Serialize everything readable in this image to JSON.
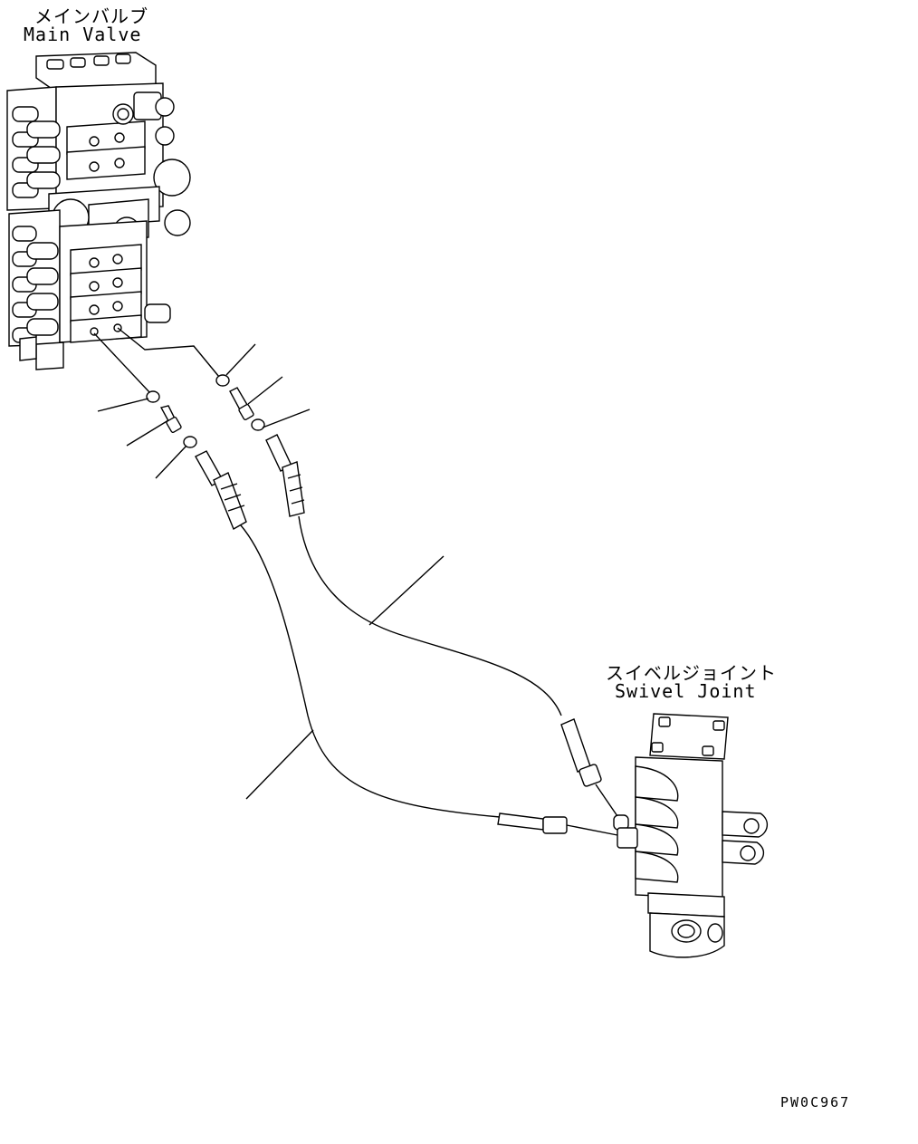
{
  "labels": {
    "main_valve_jp": "メインバルブ",
    "main_valve_en": "Main Valve",
    "swivel_joint_jp": "スイベルジョイント",
    "swivel_joint_en": "Swivel Joint"
  },
  "drawing_code": "PW0C967",
  "colors": {
    "line": "#000000",
    "background": "#ffffff"
  }
}
